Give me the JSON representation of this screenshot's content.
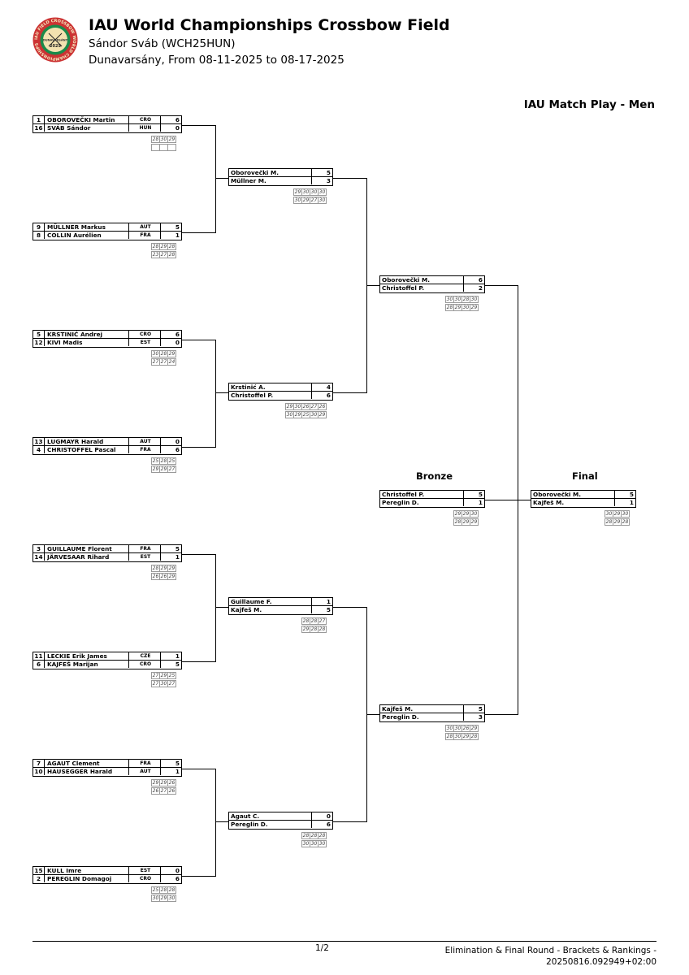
{
  "header": {
    "title": "IAU World Championships Crossbow Field",
    "subtitle": "Sándor Sváb (WCH25HUN)",
    "location_dates": "Dunavarsány, From 08-11-2025 to 08-17-2025",
    "logo": {
      "ring_text": "IAU FIELD CROSSBOW WORLD CHAMPIONSHIPS",
      "center_text": "DUNAVARSÁNY",
      "year": "2025",
      "colors": {
        "outer": "#cc3333",
        "inner": "#1a8a4a",
        "center": "#f2e2b0"
      }
    }
  },
  "bracket_title": "IAU Match Play - Men",
  "sections": {
    "bronze": "Bronze",
    "final": "Final"
  },
  "round1": [
    {
      "rows": [
        {
          "seed": "1",
          "name": "OBOROVEČKI Martin",
          "noc": "CRO",
          "score": "6"
        },
        {
          "seed": "16",
          "name": "SVÁB Sándor",
          "noc": "HUN",
          "score": "0"
        }
      ],
      "ends": [
        [
          "28",
          "30",
          "29"
        ],
        [
          "",
          "",
          ""
        ]
      ]
    },
    {
      "rows": [
        {
          "seed": "9",
          "name": "MÜLLNER Markus",
          "noc": "AUT",
          "score": "5"
        },
        {
          "seed": "8",
          "name": "COLLIN Aurélien",
          "noc": "FRA",
          "score": "1"
        }
      ],
      "ends": [
        [
          "28",
          "29",
          "28"
        ],
        [
          "23",
          "27",
          "28"
        ]
      ]
    },
    {
      "rows": [
        {
          "seed": "5",
          "name": "KRSTINIĆ Andrej",
          "noc": "CRO",
          "score": "6"
        },
        {
          "seed": "12",
          "name": "KIVI Madis",
          "noc": "EST",
          "score": "0"
        }
      ],
      "ends": [
        [
          "30",
          "28",
          "29"
        ],
        [
          "27",
          "27",
          "24"
        ]
      ]
    },
    {
      "rows": [
        {
          "seed": "13",
          "name": "LUGMAYR Harald",
          "noc": "AUT",
          "score": "0"
        },
        {
          "seed": "4",
          "name": "CHRISTOFFEL Pascal",
          "noc": "FRA",
          "score": "6"
        }
      ],
      "ends": [
        [
          "25",
          "28",
          "25"
        ],
        [
          "29",
          "29",
          "27"
        ]
      ]
    },
    {
      "rows": [
        {
          "seed": "3",
          "name": "GUILLAUME Florent",
          "noc": "FRA",
          "score": "5"
        },
        {
          "seed": "14",
          "name": "JÄRVESAAR Rihard",
          "noc": "EST",
          "score": "1"
        }
      ],
      "ends": [
        [
          "28",
          "29",
          "29"
        ],
        [
          "26",
          "26",
          "29"
        ]
      ]
    },
    {
      "rows": [
        {
          "seed": "11",
          "name": "LECKIE Erik James",
          "noc": "CZE",
          "score": "1"
        },
        {
          "seed": "6",
          "name": "KAJFEŠ Marijan",
          "noc": "CRO",
          "score": "5"
        }
      ],
      "ends": [
        [
          "27",
          "29",
          "25"
        ],
        [
          "27",
          "30",
          "27"
        ]
      ]
    },
    {
      "rows": [
        {
          "seed": "7",
          "name": "AGAUT Clement",
          "noc": "FRA",
          "score": "5"
        },
        {
          "seed": "10",
          "name": "HAUSEGGER Harald",
          "noc": "AUT",
          "score": "1"
        }
      ],
      "ends": [
        [
          "29",
          "29",
          "26"
        ],
        [
          "26",
          "27",
          "26"
        ]
      ]
    },
    {
      "rows": [
        {
          "seed": "15",
          "name": "KULL Imre",
          "noc": "EST",
          "score": "0"
        },
        {
          "seed": "2",
          "name": "PEREGLIN Domagoj",
          "noc": "CRO",
          "score": "6"
        }
      ],
      "ends": [
        [
          "25",
          "28",
          "28"
        ],
        [
          "30",
          "29",
          "30"
        ]
      ]
    }
  ],
  "quarterfinals": [
    {
      "rows": [
        {
          "name": "Oborovečki M.",
          "score": "5"
        },
        {
          "name": "Müllner M.",
          "score": "3"
        }
      ],
      "ends": [
        [
          "29",
          "30",
          "30",
          "30"
        ],
        [
          "30",
          "29",
          "27",
          "30"
        ]
      ]
    },
    {
      "rows": [
        {
          "name": "Krstinić A.",
          "score": "4"
        },
        {
          "name": "Christoffel P.",
          "score": "6"
        }
      ],
      "ends": [
        [
          "29",
          "30",
          "26",
          "27",
          "26"
        ],
        [
          "30",
          "29",
          "25",
          "30",
          "29"
        ]
      ]
    },
    {
      "rows": [
        {
          "name": "Guillaume F.",
          "score": "1"
        },
        {
          "name": "Kajfeš M.",
          "score": "5"
        }
      ],
      "ends": [
        [
          "28",
          "28",
          "27"
        ],
        [
          "29",
          "28",
          "28"
        ]
      ]
    },
    {
      "rows": [
        {
          "name": "Agaut C.",
          "score": "0"
        },
        {
          "name": "Pereglin D.",
          "score": "6"
        }
      ],
      "ends": [
        [
          "28",
          "28",
          "28"
        ],
        [
          "30",
          "30",
          "30"
        ]
      ]
    }
  ],
  "semifinals": [
    {
      "rows": [
        {
          "name": "Oborovečki M.",
          "score": "6"
        },
        {
          "name": "Christoffel P.",
          "score": "2"
        }
      ],
      "ends": [
        [
          "30",
          "30",
          "28",
          "30"
        ],
        [
          "28",
          "29",
          "30",
          "29"
        ]
      ]
    },
    {
      "rows": [
        {
          "name": "Kajfeš M.",
          "score": "5"
        },
        {
          "name": "Pereglin D.",
          "score": "3"
        }
      ],
      "ends": [
        [
          "30",
          "30",
          "26",
          "29"
        ],
        [
          "28",
          "30",
          "29",
          "28"
        ]
      ]
    }
  ],
  "bronze_match": {
    "rows": [
      {
        "name": "Christoffel P.",
        "score": "5"
      },
      {
        "name": "Pereglin D.",
        "score": "1"
      }
    ],
    "ends": [
      [
        "29",
        "29",
        "30"
      ],
      [
        "28",
        "29",
        "29"
      ]
    ]
  },
  "final_match": {
    "rows": [
      {
        "name": "Oborovečki M.",
        "score": "5"
      },
      {
        "name": "Kajfeš M.",
        "score": "1"
      }
    ],
    "ends": [
      [
        "30",
        "29",
        "30"
      ],
      [
        "28",
        "29",
        "28"
      ]
    ]
  },
  "footer": {
    "page": "1/2",
    "report_line1": "Elimination & Final Round - Brackets & Rankings -",
    "report_line2": "20250816.092949+02:00"
  }
}
